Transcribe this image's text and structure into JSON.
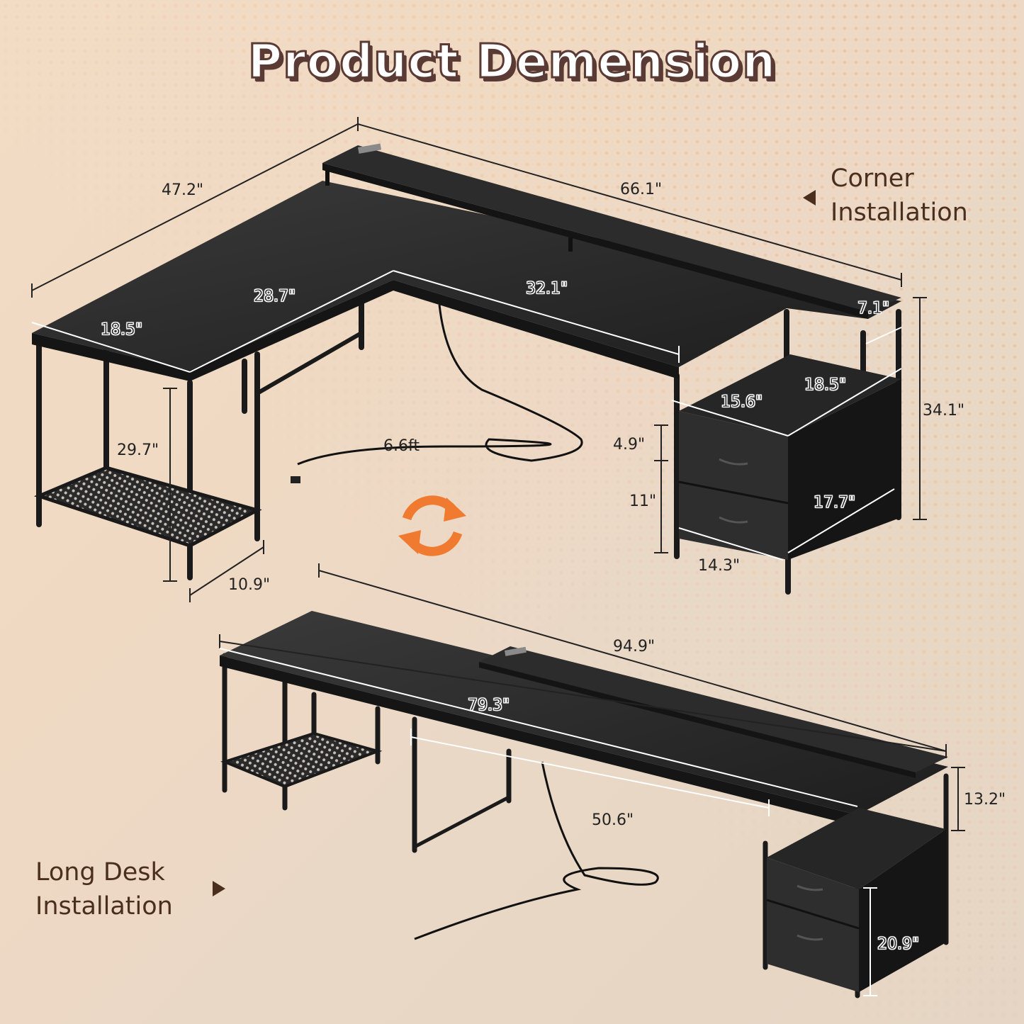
{
  "title": "Product Demension",
  "callouts": {
    "corner": {
      "line1": "Corner",
      "line2": "Installation",
      "arrow": "triangle-left-icon"
    },
    "long": {
      "line1": "Long Desk",
      "line2": "Installation",
      "arrow": "triangle-right-icon"
    }
  },
  "corner_installation": {
    "dimensions": {
      "total_depth": "47.2\"",
      "total_width": "66.1\"",
      "side_width": "18.5\"",
      "side_inner_length": "28.7\"",
      "main_inner_length": "32.1\"",
      "shelf_depth": "7.1\"",
      "total_height": "34.1\"",
      "cabinet_top_depth": "18.5\"",
      "cabinet_top_width": "15.6\"",
      "drawer_top_height": "4.9\"",
      "drawer_bottom_height": "11\"",
      "cabinet_depth": "17.7\"",
      "cabinet_width": "14.3\"",
      "desk_height": "29.7\"",
      "leg_spacing": "10.9\"",
      "cord_length": "6.6ft"
    }
  },
  "long_desk_installation": {
    "dimensions": {
      "total_length": "94.9\"",
      "desk_length": "79.3\"",
      "knee_space": "50.6\"",
      "shelf_height": "13.2\"",
      "cabinet_height": "20.9\""
    }
  },
  "switch_icon": "rotate-arrows-icon",
  "colors": {
    "title_outline": "#5a3a34",
    "text_brown": "#4b2f1e",
    "accent_orange": "#f07a30",
    "desk_black": "#2a2a2a"
  }
}
